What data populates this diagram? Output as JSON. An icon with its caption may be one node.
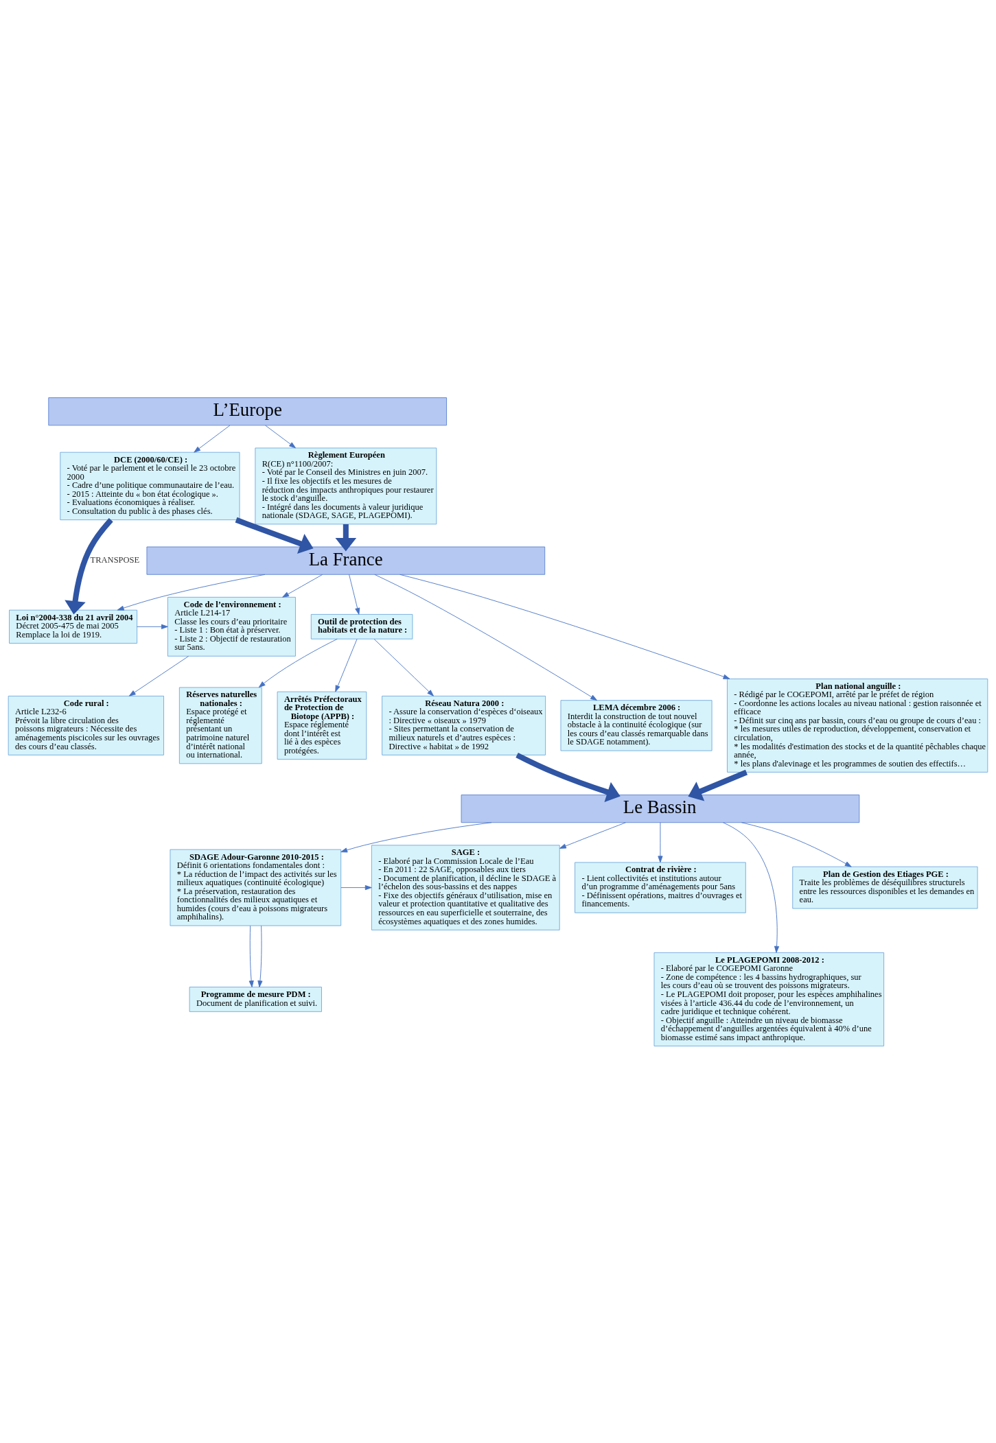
{
  "diagram": {
    "nodes": [
      {
        "text": [
          "L’Europe"
        ]
      },
      {
        "text": [
          "DCE (2000/60/CE) :",
          "- Voté par le parlement et le conseil le 23 octobre 2000",
          "- Cadre d’une politique communautaire de l’eau.",
          "- 2015 : Atteinte du « bon état écologique ».",
          "- Evaluations économiques à réaliser.",
          "- Consultation du public à des phases clés."
        ]
      },
      {
        "text": [
          "Règlement Européen",
          "R(CE) n°1100/2007:",
          "- Voté par le Conseil des Ministres en juin 2007.",
          "- Il fixe les objectifs et les mesures de réduction des impacts anthropiques pour restaurer le stock d’anguille.",
          "- Intégré dans les documents à valeur juridique nationale (SDAGE, SAGE, PLAGEPOMI)."
        ]
      },
      {
        "text": [
          "La France"
        ]
      },
      {
        "text": [
          "Loi n°2004-338 du 21 avril 2004",
          "Décret 2005-475 de mai 2005",
          "Remplace la loi de 1919."
        ]
      },
      {
        "text": [
          "Code de l’environnement :",
          "Article L214-17",
          "Classe les cours d’eau prioritaire",
          "- Liste 1 : Bon état à préserver.",
          "- Liste 2 : Objectif de restauration sur 5ans."
        ]
      },
      {
        "text": [
          "Outil de protection des habitats et de la nature :"
        ]
      },
      {
        "text": [
          "LEMA décembre 2006 :",
          "Interdit la construction de tout nouvel obstacle à la continuité écologique (sur les cours d’eau classés remarquable dans le SDAGE notamment)."
        ]
      },
      {
        "text": [
          "Code rural :",
          "Article L232-6",
          "Prévoit la libre circulation des poissons migrateurs : Nécessite des aménagements piscicoles sur les ouvrages des cours d’eau classés."
        ]
      },
      {
        "text": [
          "Réserves naturelles nationales :",
          "Espace protégé et réglementé présentant un patrimoine naturel d’intérêt national ou international."
        ]
      },
      {
        "text": [
          "Arrêtés Préfectoraux de Protection de Biotope (APPB) :",
          "Espace réglementé dont l’intérêt est lié à des espèces protégées."
        ]
      },
      {
        "text": [
          "Plan national anguille :",
          "- Rédigé par le COGEPOMI, arrêté par le préfet de région",
          "- Coordonne les actions locales au niveau national : gestion raisonnée et efficace",
          "- Définit sur cinq ans par bassin, cours d’eau ou groupe de cours d’eau :",
          "* les mesures utiles de reproduction, développement, conservation et circulation,",
          "* les modalités d'estimation des stocks et de la quantité pêchables chaque année,",
          "* les plans d'alevinage et les programmes de soutien des effectifs…"
        ]
      },
      {
        "text": [
          "Réseau Natura 2000 :",
          "- Assure la conservation d‘espèces d‘oiseaux : Directive « oiseaux » 1979",
          "- Sites permettant la conservation de milieux naturels et d’autres espèces : Directive « habitat » de 1992"
        ]
      },
      {
        "text": [
          "Le Bassin"
        ]
      },
      {
        "text": [
          "SDAGE Adour-Garonne 2010-2015 :",
          "Définit 6 orientations fondamentales dont :",
          "* La réduction de l’impact des activités sur les milieux aquatiques (continuité écologique)",
          "* La préservation, restauration des fonctionnalités des milieux aquatiques et humides (cours d’eau à poissons migrateurs amphihalins)."
        ]
      },
      {
        "text": [
          "SAGE :",
          "- Elaboré par la Commission Locale de l’Eau",
          "- En 2011 : 22 SAGE, opposables aux tiers",
          "- Document de planification, il décline le SDAGE à l’échelon des sous-bassins et des nappes",
          "- Fixe des objectifs généraux d’utilisation, mise en valeur et protection quantitative et qualitative des ressources en eau superficielle et souterraine, des écosystèmes aquatiques et des zones humides."
        ]
      },
      {
        "text": [
          "Programme de mesure PDM :",
          "Document de planification et suivi."
        ]
      },
      {
        "text": [
          "Contrat de rivière :",
          "- Lient collectivités et institutions autour d’un programme d’aménagements pour 5ans",
          "- Définissent opérations, maitres d’ouvrages et financements."
        ]
      },
      {
        "text": [
          "Le PLAGEPOMI 2008-2012 :",
          "- Elaboré par le COGEPOMI Garonne",
          "- Zone de compétence : les 4 bassins hydrographiques, sur les cours d’eau où se trouvent des poissons migrateurs.",
          "- Le PLAGEPOMI doit proposer, pour les espèces amphihalines visées à l’article 436.44 du code de l’environnement, un cadre juridique et technique cohérent.",
          "- Objectif anguille : Atteindre un niveau de biomasse d’échappement d’anguilles argentées équivalent à 40% d’une biomasse estimé sans impact anthropique."
        ]
      },
      {
        "text": [
          "Plan de Gestion des Etiages PGE :",
          "Traite les problèmes de déséquilibres structurels entre les ressources disponibles et les demandes en eau."
        ]
      }
    ],
    "edges": [
      {
        "from": 0,
        "to": 1,
        "arrow": "to"
      },
      {
        "from": 0,
        "to": 2,
        "arrow": "to"
      },
      {
        "from": 1,
        "to": 3,
        "arrow": "to",
        "style": "thick"
      },
      {
        "from": 2,
        "to": 3,
        "arrow": "to",
        "style": "thick"
      },
      {
        "from": 1,
        "to": 4,
        "arrow": "to",
        "label": "TRANSPOSE",
        "style": "thick"
      },
      {
        "from": 3,
        "to": 4,
        "arrow": "to"
      },
      {
        "from": 3,
        "to": 5,
        "arrow": "to"
      },
      {
        "from": 3,
        "to": 6,
        "arrow": "to"
      },
      {
        "from": 3,
        "to": 7,
        "arrow": "to"
      },
      {
        "from": 3,
        "to": 11,
        "arrow": "to"
      },
      {
        "from": 4,
        "to": 5,
        "arrow": "to"
      },
      {
        "from": 5,
        "to": 8,
        "arrow": "to"
      },
      {
        "from": 6,
        "to": 9,
        "arrow": "to"
      },
      {
        "from": 6,
        "to": 10,
        "arrow": "to"
      },
      {
        "from": 6,
        "to": 12,
        "arrow": "to"
      },
      {
        "from": 11,
        "to": 13,
        "arrow": "to",
        "style": "thick"
      },
      {
        "from": 12,
        "to": 13,
        "arrow": "to",
        "style": "thick"
      },
      {
        "from": 13,
        "to": 14,
        "arrow": "to"
      },
      {
        "from": 13,
        "to": 15,
        "arrow": "to"
      },
      {
        "from": 13,
        "to": 17,
        "arrow": "to"
      },
      {
        "from": 13,
        "to": 19,
        "arrow": "to"
      },
      {
        "from": 13,
        "to": 18,
        "arrow": "to"
      },
      {
        "from": 14,
        "to": 16,
        "arrow": "to"
      },
      {
        "from": 14,
        "to": 16,
        "arrow": "to"
      },
      {
        "from": 14,
        "to": 15,
        "arrow": "to"
      }
    ]
  }
}
